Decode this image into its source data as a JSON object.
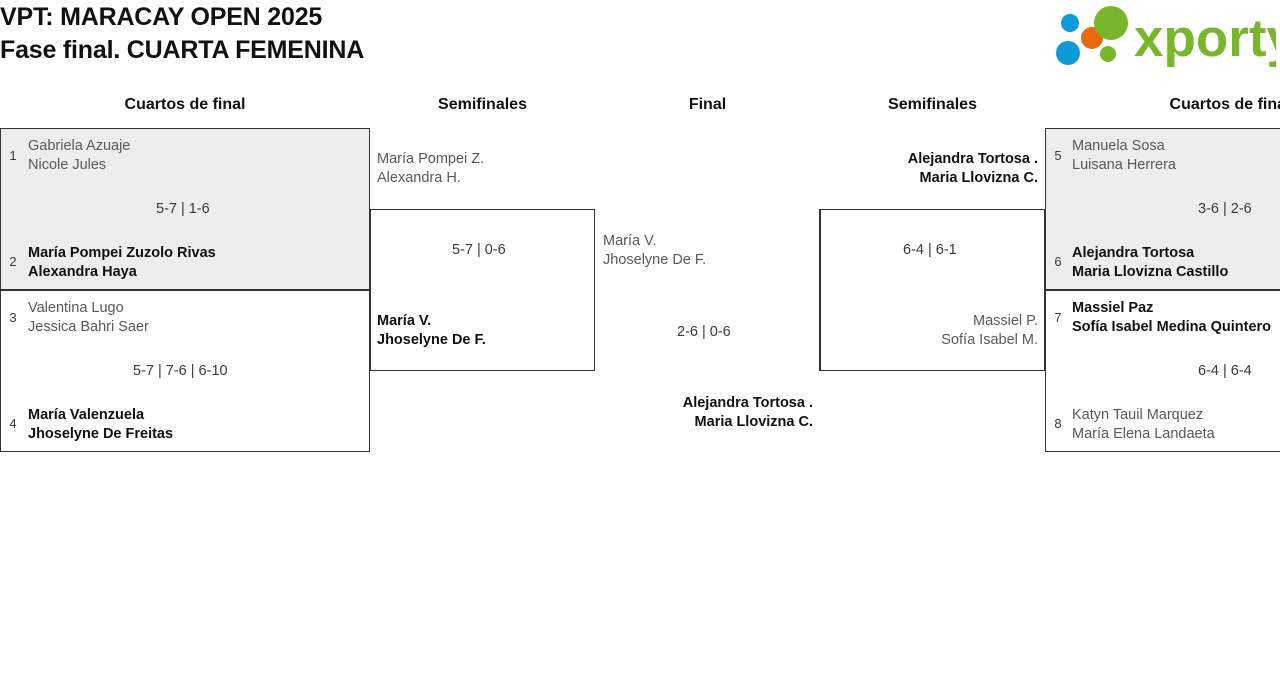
{
  "header": {
    "title_line1": "VPT: MARACAY OPEN 2025",
    "title_line2": "Fase final. CUARTA FEMENINA",
    "logo_text": "xporty",
    "logo_colors": {
      "green": "#7ab62c",
      "orange": "#e8690b",
      "blue": "#0e9ad6"
    }
  },
  "rounds": [
    {
      "label": "Cuartos de final"
    },
    {
      "label": "Semifinales"
    },
    {
      "label": "Final"
    },
    {
      "label": "Semifinales"
    },
    {
      "label": "Cuartos de final"
    }
  ],
  "bracket": {
    "left_quarterfinals": [
      {
        "highlighted": true,
        "top": {
          "seed": "1",
          "line1": "Gabriela Azuaje",
          "line2": "Nicole Jules",
          "result": "loser"
        },
        "bottom": {
          "seed": "2",
          "line1": "María Pompei Zuzolo Rivas",
          "line2": "Alexandra Haya",
          "result": "winner"
        },
        "score": "5-7 | 1-6"
      },
      {
        "highlighted": false,
        "top": {
          "seed": "3",
          "line1": "Valentina Lugo",
          "line2": "Jessica Bahri Saer",
          "result": "loser"
        },
        "bottom": {
          "seed": "4",
          "line1": "María Valenzuela",
          "line2": "Jhoselyne De Freitas",
          "result": "winner"
        },
        "score": "5-7 | 7-6 | 6-10"
      }
    ],
    "left_semifinal": {
      "top": {
        "line1": "María Pompei Z.",
        "line2": "Alexandra H.",
        "result": "loser"
      },
      "bottom": {
        "line1": "María V.",
        "line2": "Jhoselyne De F.",
        "result": "winner"
      },
      "score": "5-7 | 0-6"
    },
    "final": {
      "top": {
        "line1": "María V.",
        "line2": "Jhoselyne De F.",
        "result": "loser"
      },
      "bottom": {
        "line1": "Alejandra Tortosa .",
        "line2": "Maria Llovizna C.",
        "result": "winner"
      },
      "score": "2-6 | 0-6"
    },
    "right_semifinal": {
      "top": {
        "line1": "Alejandra Tortosa .",
        "line2": "Maria Llovizna C.",
        "result": "winner"
      },
      "bottom": {
        "line1": "Massiel P.",
        "line2": "Sofía Isabel M.",
        "result": "loser"
      },
      "score": "6-4 | 6-1"
    },
    "right_quarterfinals": [
      {
        "highlighted": true,
        "top": {
          "seed": "5",
          "line1": "Manuela Sosa",
          "line2": "Luisana Herrera",
          "result": "loser"
        },
        "bottom": {
          "seed": "6",
          "line1": "Alejandra Tortosa",
          "line2": "Maria Llovizna Castillo",
          "result": "winner"
        },
        "score": "3-6 | 2-6"
      },
      {
        "highlighted": false,
        "top": {
          "seed": "7",
          "line1": "Massiel Paz",
          "line2": "Sofía Isabel Medina Quintero",
          "result": "winner"
        },
        "bottom": {
          "seed": "8",
          "line1": "Katyn Tauil Marquez",
          "line2": "María Elena Landaeta",
          "result": "loser"
        },
        "score": "6-4 | 6-4"
      }
    ]
  }
}
